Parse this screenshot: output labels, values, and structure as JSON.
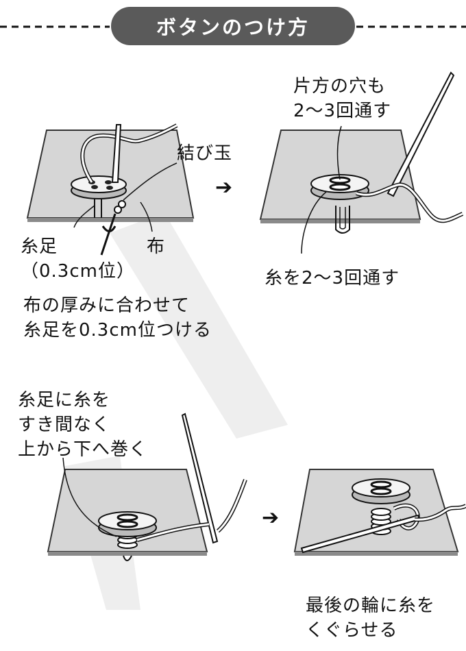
{
  "title": "ボタンのつけ方",
  "colors": {
    "title_bg": "#5a5a5a",
    "title_text": "#ffffff",
    "cloth_fill": "#d8d8d8",
    "cloth_stroke": "#333333",
    "line": "#111111",
    "spotlight": "#ececec"
  },
  "steps": [
    {
      "labels": {
        "knot": "結び玉",
        "shank": "糸足\n（0.3cm位）",
        "cloth": "布",
        "note": "布の厚みに合わせて\n糸足を0.3cm位つける"
      }
    },
    {
      "labels": {
        "one_hole": "片方の穴も\n2～3回通す",
        "thread_through": "糸を2～3回通す"
      }
    },
    {
      "labels": {
        "wrap": "糸足に糸を\nすき間なく\n上から下へ巻く"
      }
    },
    {
      "labels": {
        "loop": "最後の輪に糸を\nくぐらせる"
      }
    }
  ],
  "arrows": [
    "➔",
    "➔"
  ]
}
